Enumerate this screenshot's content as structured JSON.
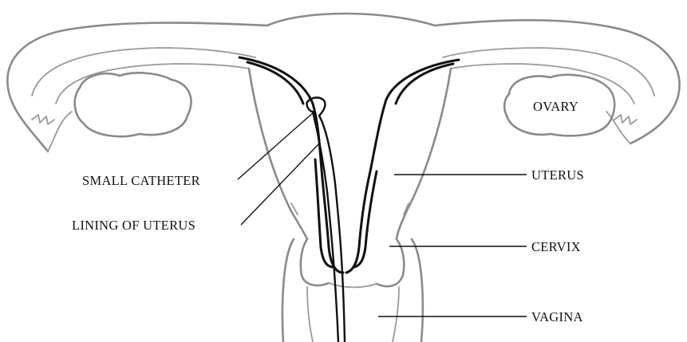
{
  "labels": {
    "ovary": "OVARY",
    "uterus": "UTERUS",
    "cervix": "CERVIX",
    "vagina": "VAGINA",
    "small_catheter": "SMALL CATHETER",
    "lining_of_uterus": "LINING OF UTERUS"
  },
  "colors": {
    "outline": "#8a8a8a",
    "lining": "#111111",
    "text": "#111111",
    "background": "#ffffff"
  }
}
